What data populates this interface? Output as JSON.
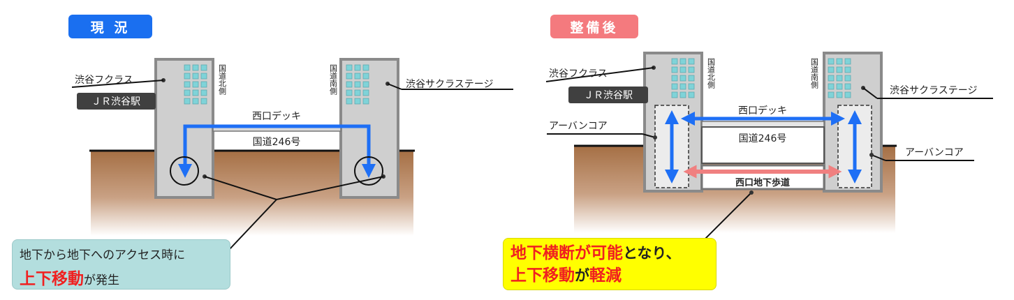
{
  "left": {
    "title": "現 況",
    "label_fukuras": "渋谷フクラス",
    "label_jr": "ＪＲ渋谷駅",
    "label_north": "国道北側",
    "label_south": "国道南側",
    "label_sakura": "渋谷サクラステージ",
    "label_deck": "西口デッキ",
    "label_route": "国道246号",
    "callout_line1": "地下から地下へのアクセス時に",
    "callout_emph": "上下移動",
    "callout_rest": "が発生"
  },
  "right": {
    "title": "整備後",
    "label_fukuras": "渋谷フクラス",
    "label_jr": "ＪＲ渋谷駅",
    "label_north": "国道北側",
    "label_south": "国道南側",
    "label_sakura": "渋谷サクラステージ",
    "label_urban_left": "アーバンコア",
    "label_urban_right": "アーバンコア",
    "label_deck": "西口デッキ",
    "label_route": "国道246号",
    "label_underpass": "西口地下歩道",
    "callout_emph1": "地下横断が可能",
    "callout_rest1": "となり、",
    "callout_emph2": "上下移動",
    "callout_mid2": "が",
    "callout_emph3": "軽減"
  },
  "colors": {
    "blue_arrow": "#1e6ff5",
    "pink_arrow": "#f08080",
    "left_badge": "#1a6ff0",
    "right_badge": "#f47a7e",
    "ground": "#a56f44",
    "building": "#cfcfcf",
    "left_callout_bg": "#b3dede",
    "right_callout_bg": "#ffff00"
  }
}
